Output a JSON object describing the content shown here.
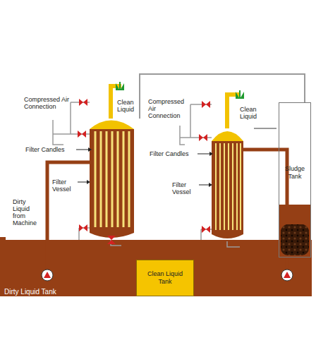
{
  "diagram": {
    "nodes": [
      {
        "text": [
          "Dirty Liquid Tank"
        ]
      },
      {
        "text": [
          "Clean Liquid Tank"
        ],
        "in": 0
      },
      {
        "text": [
          "Sludge Tank"
        ]
      }
    ],
    "labels": [
      "Compressed Air Connection",
      "Clean Liquid",
      "Filter Candles",
      "Filter Vessel",
      "Dirty Liquid from Machine",
      "Compressed Air Connection",
      "Clean Liquid",
      "Filter Candles",
      "Filter Vessel"
    ]
  }
}
